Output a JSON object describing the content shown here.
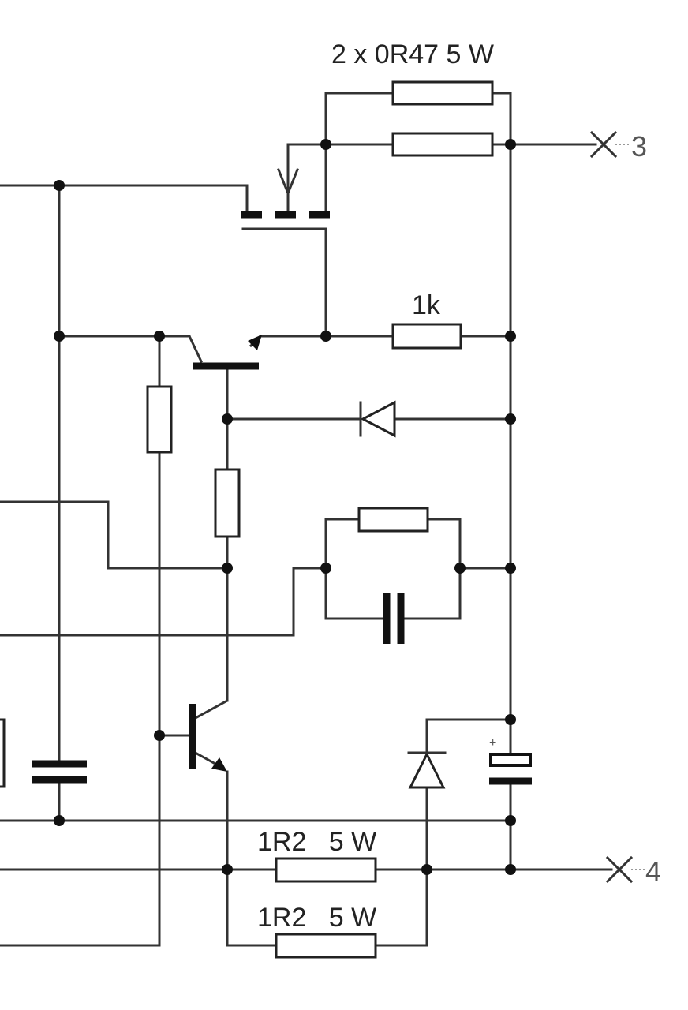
{
  "labels": {
    "top_resistors": "2 x 0R47 5 W",
    "mid_resistor": "1k",
    "bottom_resistor_1": "1R2   5 W",
    "bottom_resistor_2": "1R2   5 W",
    "terminal_3": "3",
    "terminal_4": "4",
    "cap_polarity": "+"
  },
  "colors": {
    "wire": "#333333",
    "component": "#111111",
    "background": "#ffffff"
  }
}
